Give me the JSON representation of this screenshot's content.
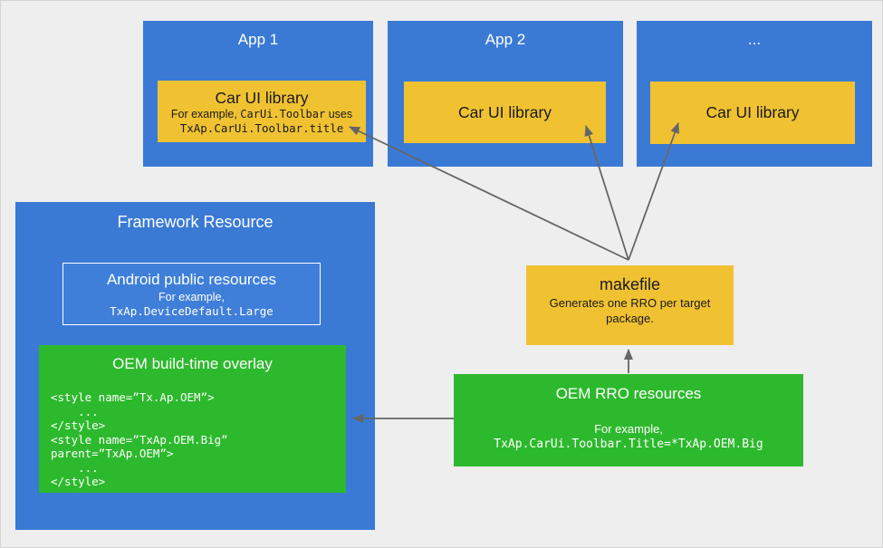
{
  "colors": {
    "background": "#eeeeee",
    "app_blue": "#3a7ad5",
    "library_yellow": "#f0c232",
    "overlay_green": "#2db92d",
    "arrow_gray": "#666666",
    "text_on_blue": "#ffffff",
    "text_on_yellow": "#1a1a1a"
  },
  "apps": [
    {
      "title": "App 1",
      "library": {
        "title": "Car UI library",
        "desc_prefix": "For example, ",
        "desc_mono": "CarUi.Toolbar",
        "desc_suffix": " uses",
        "desc_line2": "TxAp.CarUi.Toolbar.title"
      }
    },
    {
      "title": "App 2",
      "library": {
        "title": "Car UI library"
      }
    },
    {
      "title": "...",
      "library": {
        "title": "Car UI library"
      }
    }
  ],
  "framework": {
    "title": "Framework Resource",
    "android_public": {
      "title": "Android public resources",
      "example_label": "For example,",
      "example_code": "TxAp.DeviceDefault.Large"
    },
    "oem_overlay": {
      "title": "OEM build-time overlay",
      "code_lines": [
        "<style name=”Tx.Ap.OEM”>",
        "    ...",
        "</style>",
        "<style name=”TxAp.OEM.Big”",
        "parent=”TxAp.OEM”>",
        "    ...",
        "</style>"
      ]
    }
  },
  "makefile": {
    "title": "makefile",
    "subtitle": "Generates one RRO per target package."
  },
  "oem_rro": {
    "title": "OEM RRO resources",
    "example_label": "For example,",
    "example_code": "TxAp.CarUi.Toolbar.Title=*TxAp.OEM.Big"
  }
}
